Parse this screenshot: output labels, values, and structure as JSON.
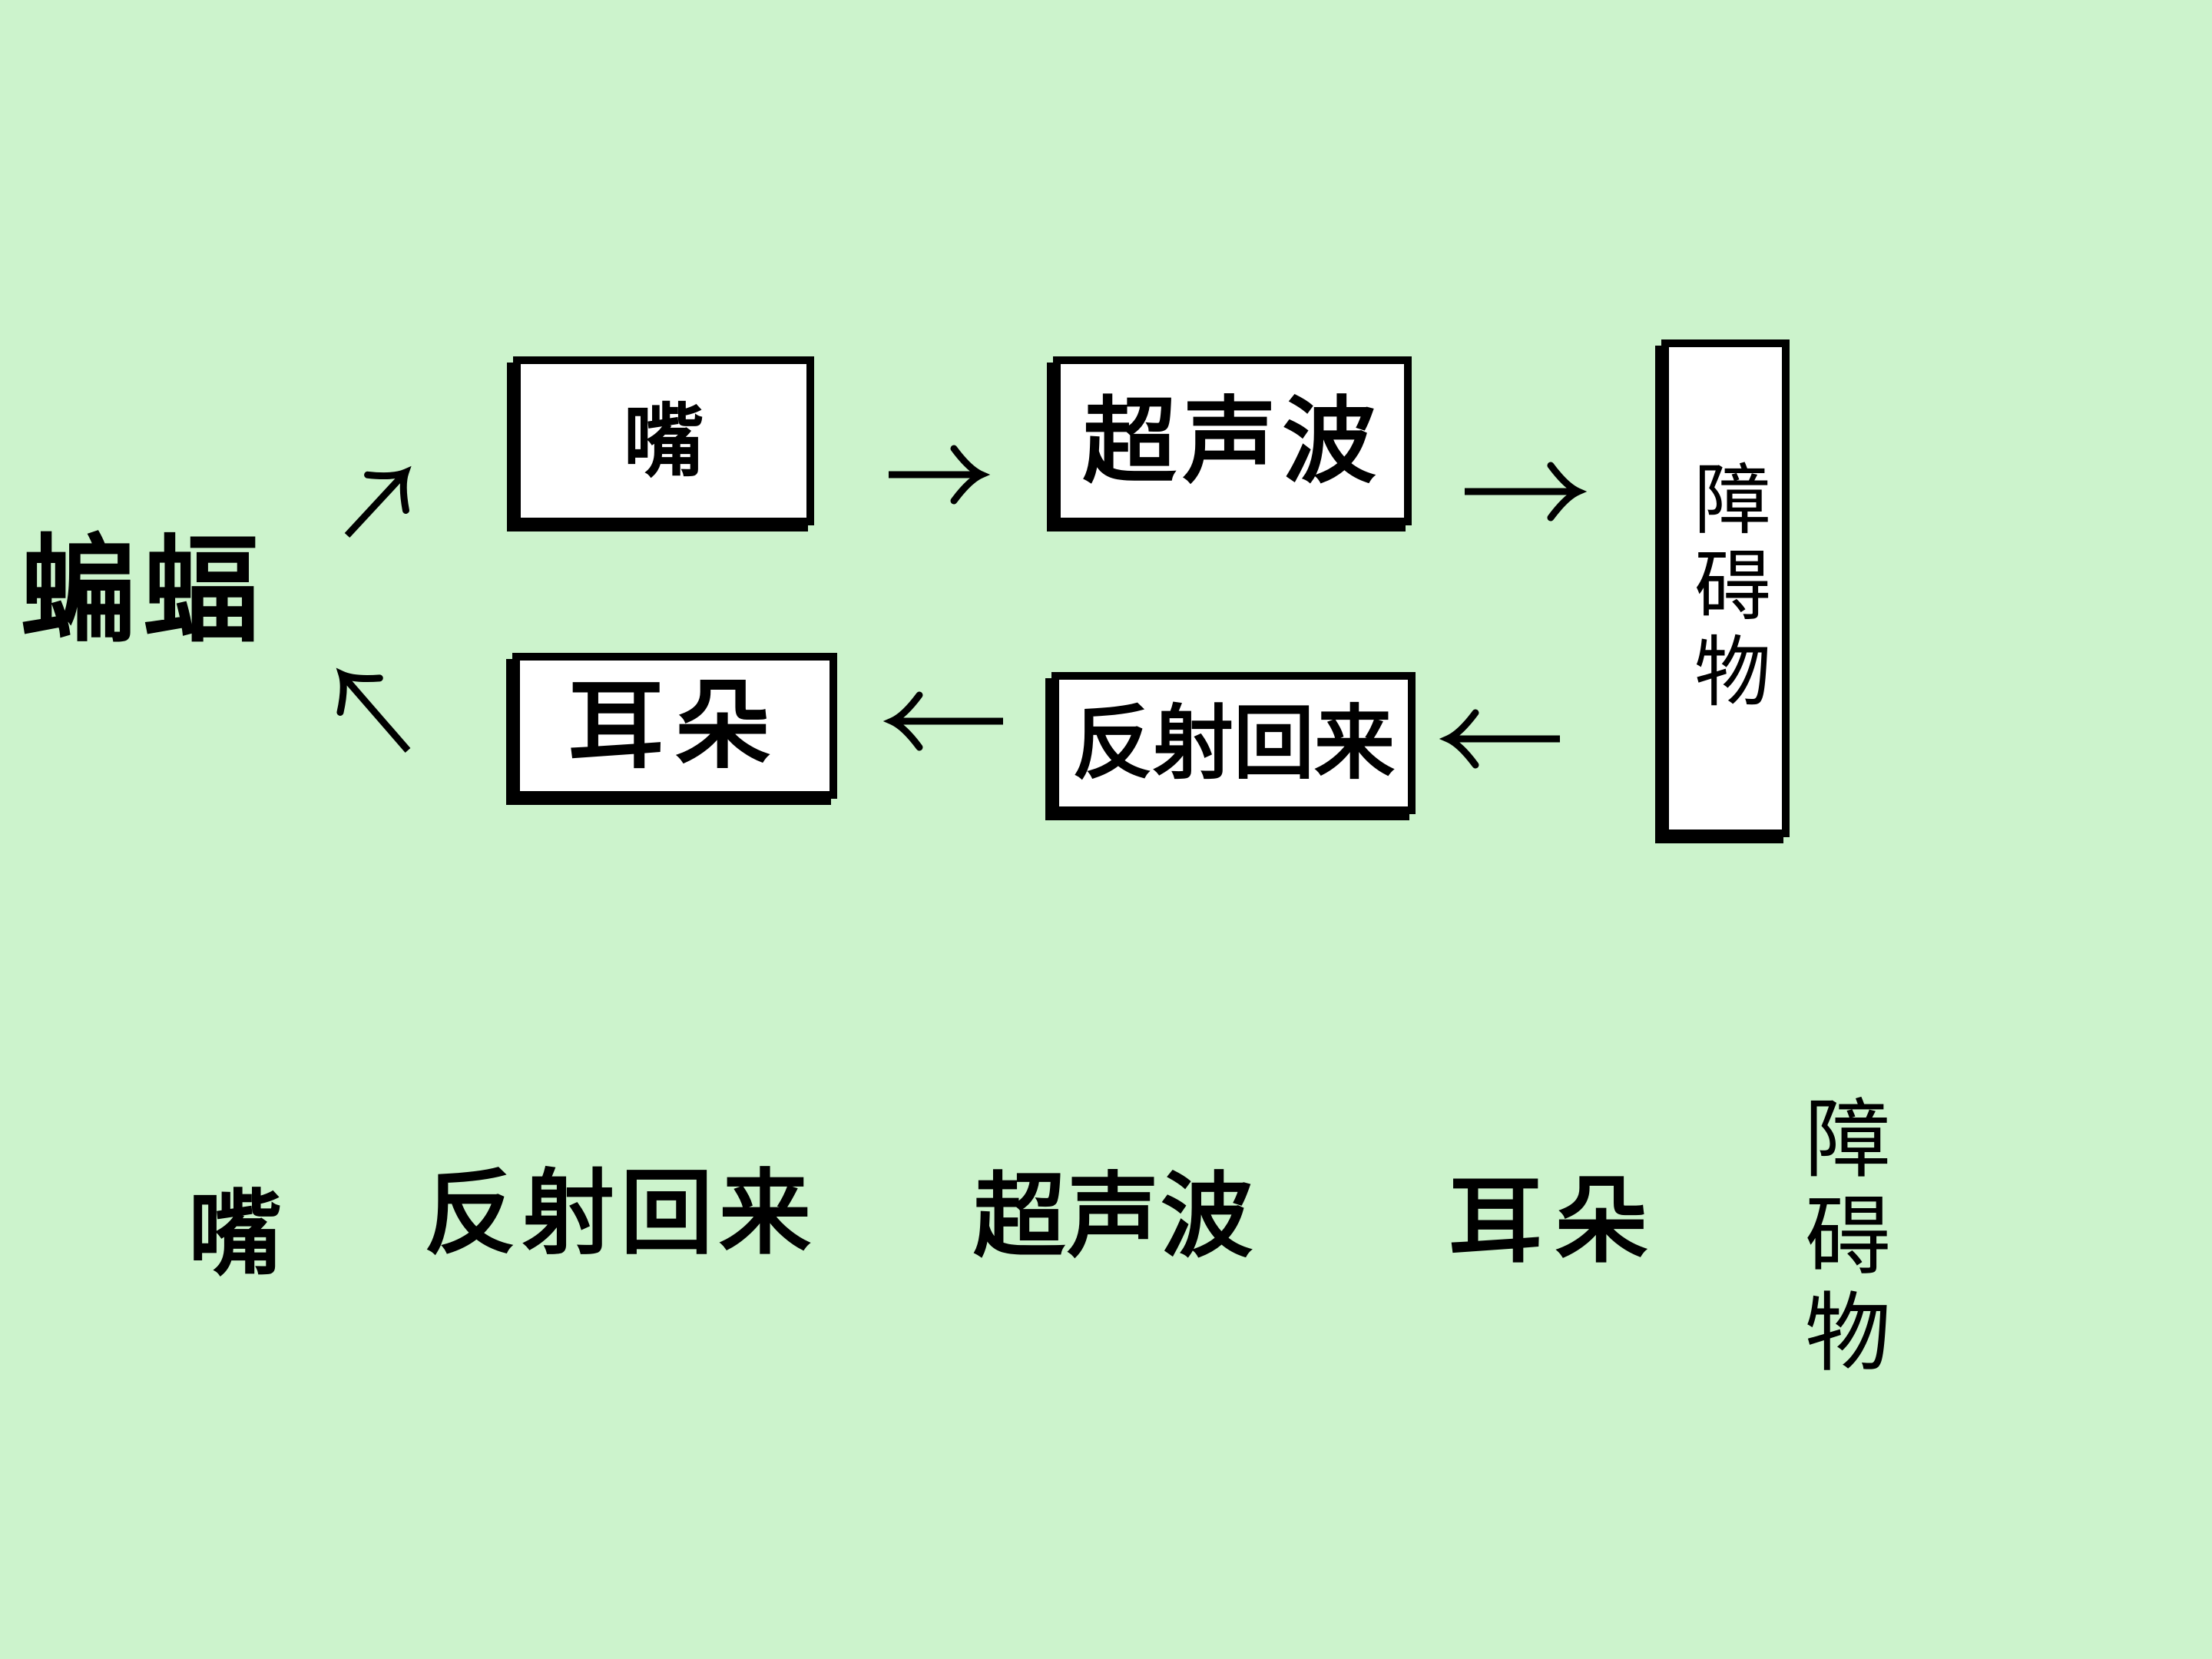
{
  "colors": {
    "background": "#ccf3cc",
    "box_fill": "#ffffff",
    "box_border": "#000000",
    "text": "#000000",
    "arrow": "#000000"
  },
  "diagram": {
    "bat_label": "蝙蝠",
    "boxes": {
      "mouth": "嘴",
      "ultrasonic": "超声波",
      "obstacle": "障碍物",
      "ear": "耳朵",
      "reflect": "反射回来"
    }
  },
  "word_bank": {
    "items": [
      "嘴",
      "反射回来",
      "超声波",
      "耳朵",
      "障碍物"
    ]
  }
}
